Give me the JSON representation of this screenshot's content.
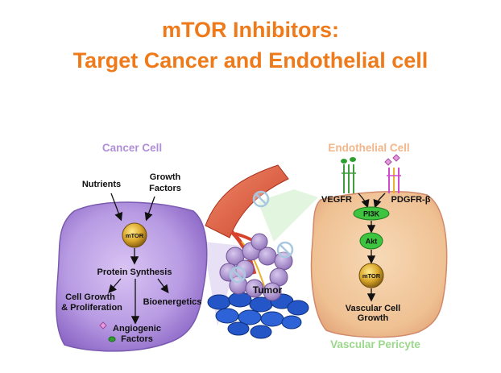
{
  "title": {
    "line1": "mTOR Inhibitors:",
    "line2": "Target Cancer and Endothelial cell"
  },
  "cancer_cell": {
    "heading": "Cancer Cell",
    "nutrients": "Nutrients",
    "growth_factors_1": "Growth",
    "growth_factors_2": "Factors",
    "mtor": "mTOR",
    "protein_synthesis": "Protein Synthesis",
    "cell_growth_1": "Cell Growth",
    "cell_growth_2": "& Proliferation",
    "bioenergetics": "Bioenergetics",
    "angiogenic_1": "Angiogenic",
    "angiogenic_2": "Factors"
  },
  "tumor": {
    "label": "Tumor"
  },
  "endothelial_cell": {
    "heading": "Endothelial Cell",
    "vegfr": "VEGFR",
    "pdgfr": "PDGFR-β",
    "pi3k": "PI3K",
    "akt": "Akt",
    "mtor": "mTOR",
    "vascular_growth_1": "Vascular Cell",
    "vascular_growth_2": "Growth"
  },
  "pericyte": {
    "label": "Vascular Pericyte"
  },
  "colors": {
    "title": "#ee7a1a",
    "cancer_heading": "#b08fd8",
    "endo_heading": "#f3b58a",
    "pericyte_label": "#9bd88b",
    "mtor_ball": "#d6a62a",
    "signal_oval": "#3ec43e",
    "vessel": "#e0553a",
    "tumor_purple": "#a98fcb",
    "tumor_blue": "#2456c8"
  }
}
